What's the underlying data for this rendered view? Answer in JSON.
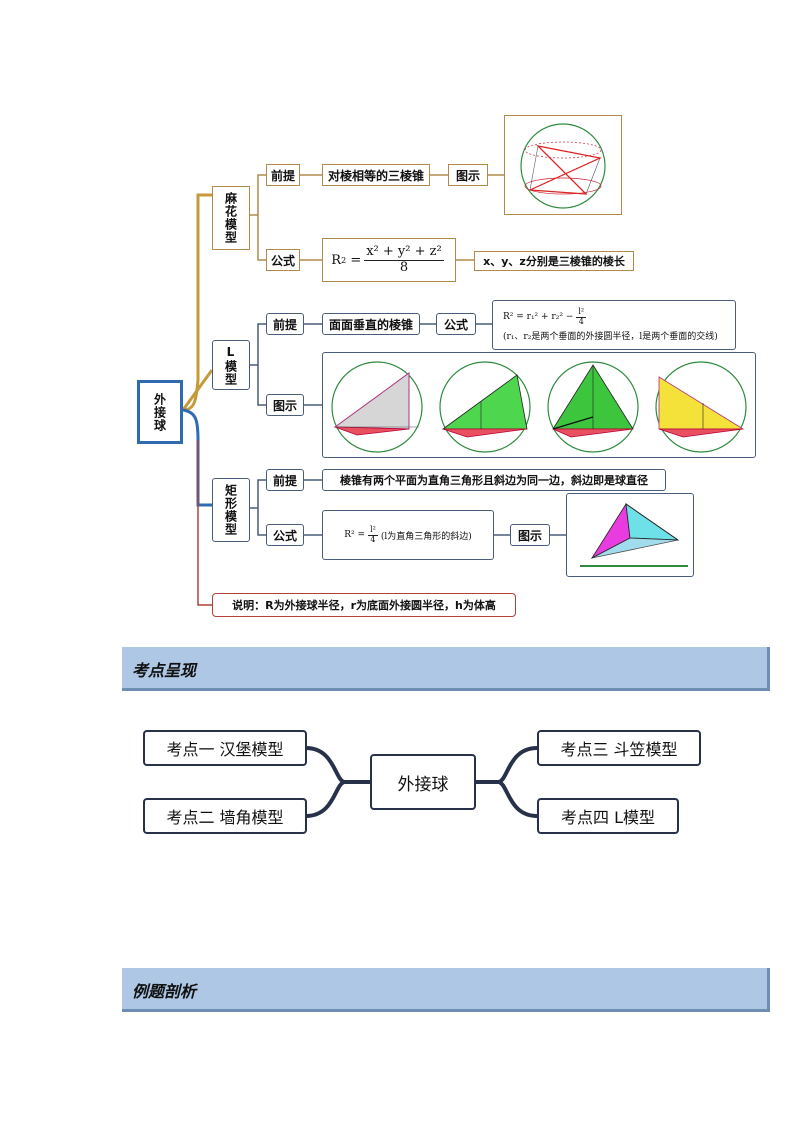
{
  "mindmap": {
    "root": "外接球",
    "mahua": {
      "label": "麻花模型",
      "premise_label": "前提",
      "premise": "对棱相等的三棱锥",
      "figure_label": "图示",
      "formula_label": "公式",
      "formula_lhs": "R",
      "formula_num": "x² + y² + z²",
      "formula_den": "8",
      "note": "x、y、z分别是三棱锥的棱长"
    },
    "lmodel": {
      "label": "L模型",
      "premise_label": "前提",
      "premise": "面面垂直的棱锥",
      "formula_label": "公式",
      "formula_text": "R² = r₁² + r₂² −",
      "formula_num": "l²",
      "formula_den": "4",
      "formula_note": "(r₁、r₂是两个垂面的外接圆半径，l是两个垂面的交线)",
      "figure_label": "图示"
    },
    "rect": {
      "label": "矩形模型",
      "premise_label": "前提",
      "premise": "棱锥有两个平面为直角三角形且斜边为同一边，斜边即是球直径",
      "formula_label": "公式",
      "formula_text": "R² =",
      "formula_num": "l²",
      "formula_den": "4",
      "formula_note": "(l为直角三角形的斜边)",
      "figure_label": "图示"
    },
    "explain": "说明：R为外接球半径，r为底面外接圆半径，h为体高"
  },
  "sections": {
    "points_title": "考点呈现",
    "examples_title": "例题剖析"
  },
  "points": {
    "center": "外接球",
    "p1": "考点一  汉堡模型",
    "p2": "考点二  墙角模型",
    "p3": "考点三  斗笠模型",
    "p4": "考点四  L模型"
  },
  "colors": {
    "brown": "#b48a4a",
    "blue": "#2f6bb0",
    "red": "#b0413a",
    "section": "#aec7e4"
  }
}
